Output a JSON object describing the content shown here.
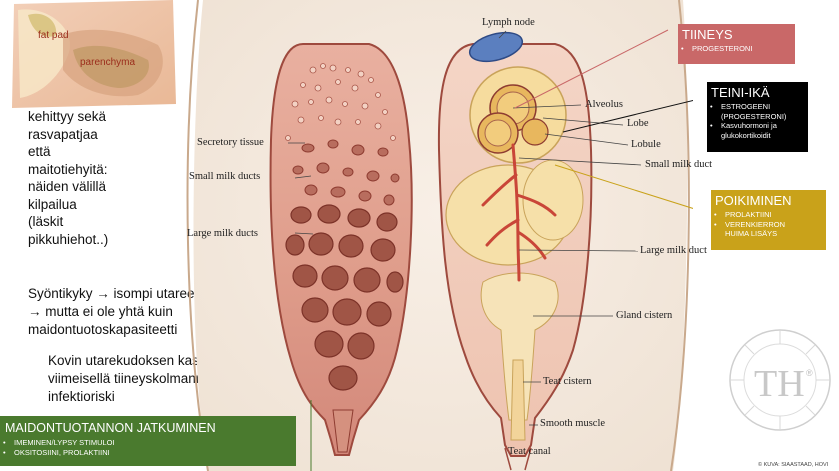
{
  "inset_photo": {
    "fat_pad_label": "fat pad",
    "parenchyma_label": "parenchyma"
  },
  "left_text": {
    "para1": [
      "kehittyy sekä",
      "rasvapatjaa",
      "että",
      "maitotiehyitä:",
      "näiden välillä",
      "kilpailua",
      "(läskit",
      "pikkuhiehot..)"
    ],
    "para2": [
      "Syöntikyky → isompi utareen koko",
      "→ mutta ei ole yhtä kuin",
      "maidontuotoskapasiteetti"
    ],
    "para3": [
      "Kovin utarekudoksen kasvunopeus",
      "viimeisellä tiineyskolmanneksella –",
      "infektioriski"
    ]
  },
  "diagram_labels": {
    "lymph_node": "Lymph node",
    "secretory_tissue": "Secretory tissue",
    "small_milk_ducts": "Small milk ducts",
    "large_milk_ducts": "Large milk ducts",
    "alveolus": "Alveolus",
    "lobe": "Lobe",
    "lobule": "Lobule",
    "small_milk_duct": "Small milk duct",
    "large_milk_duct": "Large milk duct",
    "gland_cistern": "Gland cistern",
    "teat_cistern": "Teat cistern",
    "smooth_muscle": "Smooth muscle",
    "teat_canal": "Teat canal"
  },
  "boxes": {
    "tiineys": {
      "title": "TIINEYS",
      "items": [
        "PROGESTERONI"
      ],
      "color": "#c96868"
    },
    "teini_ika": {
      "title": "TEINI-IKÄ",
      "items": [
        "ESTROGEENI",
        "(PROGESTERONI)",
        "Kasvuhormoni ja",
        "glukokortikoidit"
      ],
      "color": "#000000"
    },
    "poikiminen": {
      "title": "POIKIMINEN",
      "items": [
        "PROLAKTIINI",
        "VERENKIERRON",
        "HUIMA LISÄYS"
      ],
      "color": "#c9a21a"
    },
    "maidontuotanto": {
      "title": "MAIDONTUOTANNON JATKUMINEN",
      "items": [
        "IMEMINEN/LYPSY STIMULOI",
        "OKSITOSIINI, PROLAKTIINI"
      ],
      "color": "#4a7a2e"
    }
  },
  "watermark": {
    "text": "TH",
    "symbol": "®"
  },
  "credit": "© KUVA: SIAASTAAD, HOVI"
}
